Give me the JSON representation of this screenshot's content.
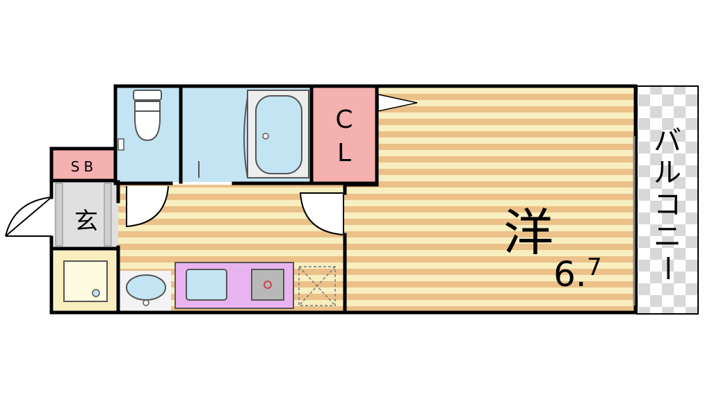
{
  "floorplan": {
    "rooms": {
      "shoe_box": "SB",
      "entrance": "玄",
      "closet_line1": "C",
      "closet_line2": "L",
      "western_room": "洋",
      "size_main": "6.",
      "size_decimal": "7",
      "balcony": [
        "バ",
        "ル",
        "コ",
        "ニ",
        "ー"
      ]
    },
    "colors": {
      "wall": "#000000",
      "floor_light": "#f8eec0",
      "floor_stripe": "#ebc189",
      "wet_area": "#c3e4f3",
      "closet": "#f5b0b0",
      "kitchen_counter": "#e8b4f0",
      "balcony_tile_light": "#ffffff",
      "balcony_tile_dark": "#d8d8d8",
      "entrance_floor": "#e0e0e0"
    }
  }
}
